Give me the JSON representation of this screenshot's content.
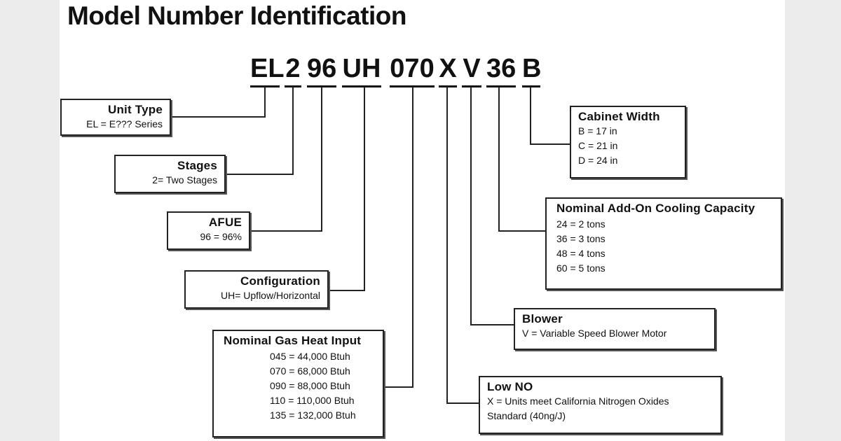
{
  "title": "Model Number Identification",
  "model_segments": [
    "EL",
    "2",
    "96",
    "UH",
    "070",
    "X",
    "V",
    "36",
    "B"
  ],
  "boxes": {
    "unit_type": {
      "heading": "Unit Type",
      "lines": [
        "EL = E??? Series"
      ]
    },
    "stages": {
      "heading": "Stages",
      "lines": [
        "2= Two Stages"
      ]
    },
    "afue": {
      "heading": "AFUE",
      "lines": [
        "96 = 96%"
      ]
    },
    "configuration": {
      "heading": "Configuration",
      "lines": [
        "UH= Upflow/Horizontal"
      ]
    },
    "gas_heat": {
      "heading": "Nominal Gas Heat Input",
      "lines": [
        "045 = 44,000 Btuh",
        "070 = 68,000 Btuh",
        "090 = 88,000 Btuh",
        "110 = 110,000 Btuh",
        "135 = 132,000 Btuh"
      ]
    },
    "cabinet_width": {
      "heading": "Cabinet Width",
      "lines": [
        "B = 17 in",
        "C = 21 in",
        "D = 24 in"
      ]
    },
    "cooling": {
      "heading": "Nominal Add-On Cooling Capacity",
      "lines": [
        "24 = 2 tons",
        "36 = 3 tons",
        "48 = 4 tons",
        "60 = 5 tons"
      ]
    },
    "blower": {
      "heading": "Blower",
      "lines": [
        "V = Variable Speed Blower Motor"
      ]
    },
    "low_no": {
      "heading": "Low NO",
      "lines": [
        "X = Units meet California Nitrogen Oxides",
        "Standard (40ng/J)"
      ]
    }
  }
}
